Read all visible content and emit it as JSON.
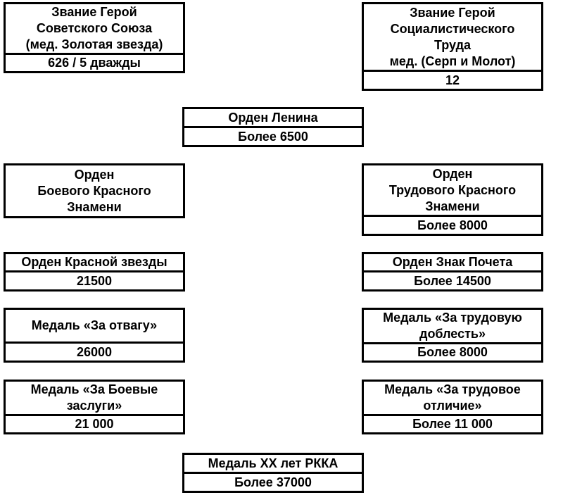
{
  "awards": [
    {
      "name": "Звание Герой\nСоветского Союза\n(мед. Золотая звезда)",
      "count": "626 / 5 дважды"
    },
    {
      "name": "Звание Герой\nСоциалистического\nТруда\nмед. (Серп и Молот)",
      "count": "12"
    },
    {
      "name": "Орден Ленина",
      "count": "Более 6500"
    },
    {
      "name": "Орден\nБоевого Красного\nЗнамени",
      "count": ""
    },
    {
      "name": "Орден\nТрудового Красного\nЗнамени",
      "count": "Более 8000"
    },
    {
      "name": "Орден Красной звезды",
      "count": "21500"
    },
    {
      "name": "Орден Знак Почета",
      "count": "Более 14500"
    },
    {
      "name": "Медаль «За отвагу»",
      "count": "26000"
    },
    {
      "name": "Медаль «За трудовую\nдоблесть»",
      "count": "Более 8000"
    },
    {
      "name": "Медаль «За Боевые\nзаслуги»",
      "count": "21 000"
    },
    {
      "name": "Медаль «За трудовое\nотличие»",
      "count": "Более 11 000"
    },
    {
      "name": "Медаль XX лет РККА",
      "count": "Более 37000"
    }
  ]
}
